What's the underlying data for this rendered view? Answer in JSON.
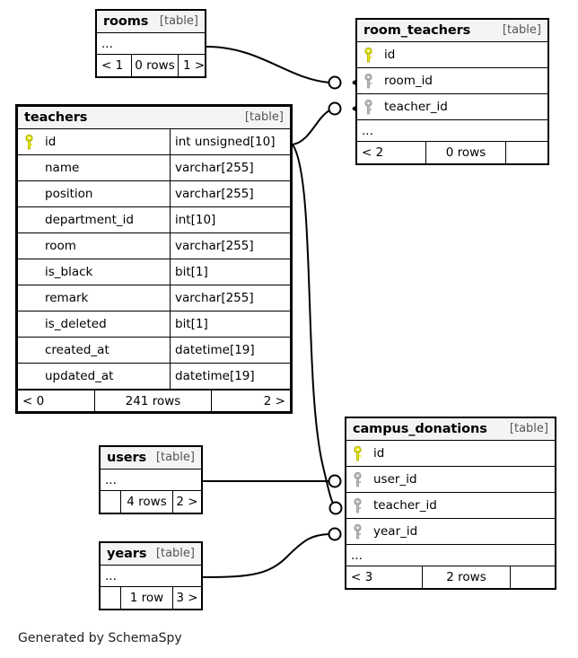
{
  "diagram": {
    "caption": "Generated by SchemaSpy",
    "table_tag": "[table]",
    "ellipsis": "...",
    "colors": {
      "pk_key": "#e8e80d",
      "fk_key": "#b0b0b0",
      "header_bg": "#f4f4f4",
      "border": "#000000",
      "line": "#000000",
      "background": "#ffffff"
    }
  },
  "tables": {
    "rooms": {
      "name": "rooms",
      "tag": "[table]",
      "ellipsis": "...",
      "footer": {
        "left": "< 1",
        "center": "0 rows",
        "right": "1 >"
      }
    },
    "room_teachers": {
      "name": "room_teachers",
      "tag": "[table]",
      "ellipsis": "...",
      "columns": [
        {
          "key": "pk",
          "name": "id"
        },
        {
          "key": "fk",
          "name": "room_id"
        },
        {
          "key": "fk",
          "name": "teacher_id"
        }
      ],
      "footer": {
        "left": "< 2",
        "center": "0 rows",
        "right": ""
      }
    },
    "teachers": {
      "name": "teachers",
      "tag": "[table]",
      "columns": [
        {
          "key": "pk",
          "name": "id",
          "type": "int unsigned[10]"
        },
        {
          "key": "",
          "name": "name",
          "type": "varchar[255]"
        },
        {
          "key": "",
          "name": "position",
          "type": "varchar[255]"
        },
        {
          "key": "",
          "name": "department_id",
          "type": "int[10]"
        },
        {
          "key": "",
          "name": "room",
          "type": "varchar[255]"
        },
        {
          "key": "",
          "name": "is_black",
          "type": "bit[1]"
        },
        {
          "key": "",
          "name": "remark",
          "type": "varchar[255]"
        },
        {
          "key": "",
          "name": "is_deleted",
          "type": "bit[1]"
        },
        {
          "key": "",
          "name": "created_at",
          "type": "datetime[19]"
        },
        {
          "key": "",
          "name": "updated_at",
          "type": "datetime[19]"
        }
      ],
      "footer": {
        "left": "< 0",
        "center": "241 rows",
        "right": "2 >"
      }
    },
    "users": {
      "name": "users",
      "tag": "[table]",
      "ellipsis": "...",
      "footer": {
        "left": "",
        "center": "4 rows",
        "right": "2 >"
      }
    },
    "years": {
      "name": "years",
      "tag": "[table]",
      "ellipsis": "...",
      "footer": {
        "left": "",
        "center": "1 row",
        "right": "3 >"
      }
    },
    "campus_donations": {
      "name": "campus_donations",
      "tag": "[table]",
      "ellipsis": "...",
      "columns": [
        {
          "key": "pk",
          "name": "id"
        },
        {
          "key": "fk",
          "name": "user_id"
        },
        {
          "key": "fk",
          "name": "teacher_id"
        },
        {
          "key": "fk",
          "name": "year_id"
        }
      ],
      "footer": {
        "left": "< 3",
        "center": "2 rows",
        "right": ""
      }
    }
  },
  "relationships": [
    {
      "from": "rooms",
      "to": "room_teachers.room_id"
    },
    {
      "from": "teachers.id",
      "to": "room_teachers.teacher_id"
    },
    {
      "from": "teachers.id",
      "to": "campus_donations.teacher_id"
    },
    {
      "from": "users",
      "to": "campus_donations.user_id"
    },
    {
      "from": "years",
      "to": "campus_donations.year_id"
    }
  ]
}
